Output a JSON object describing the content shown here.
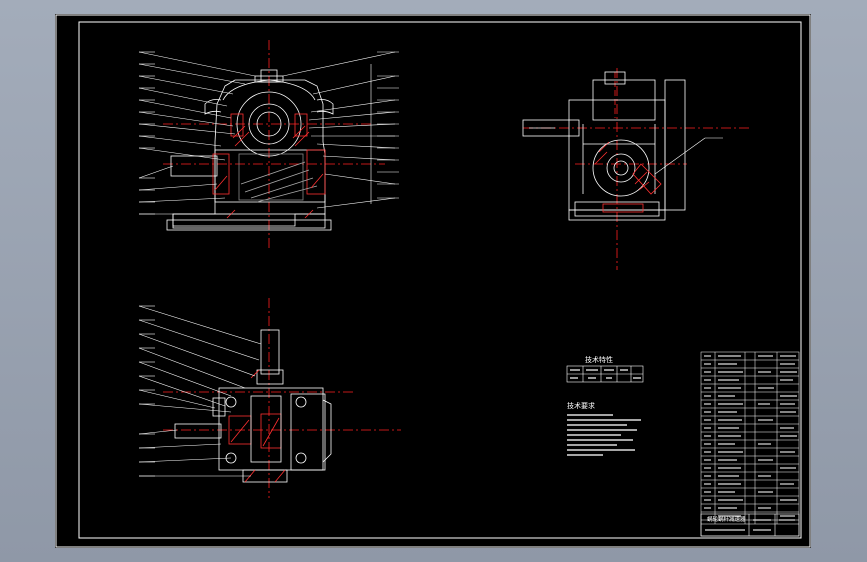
{
  "app": {
    "colors": {
      "background": "#000000",
      "frame": "#ffffff",
      "centerline": "#ff2020",
      "hatch": "#ff3030",
      "window_bg": "#9aa3b1"
    }
  },
  "views": {
    "front": {
      "name": "front-section-view"
    },
    "side": {
      "name": "side-view"
    },
    "top": {
      "name": "top-section-view"
    }
  },
  "drawing_text": {
    "tech_params_title": "技术特性",
    "tech_req_title": "技术要求",
    "title_block_name": "蜗轮蜗杆减速器"
  }
}
